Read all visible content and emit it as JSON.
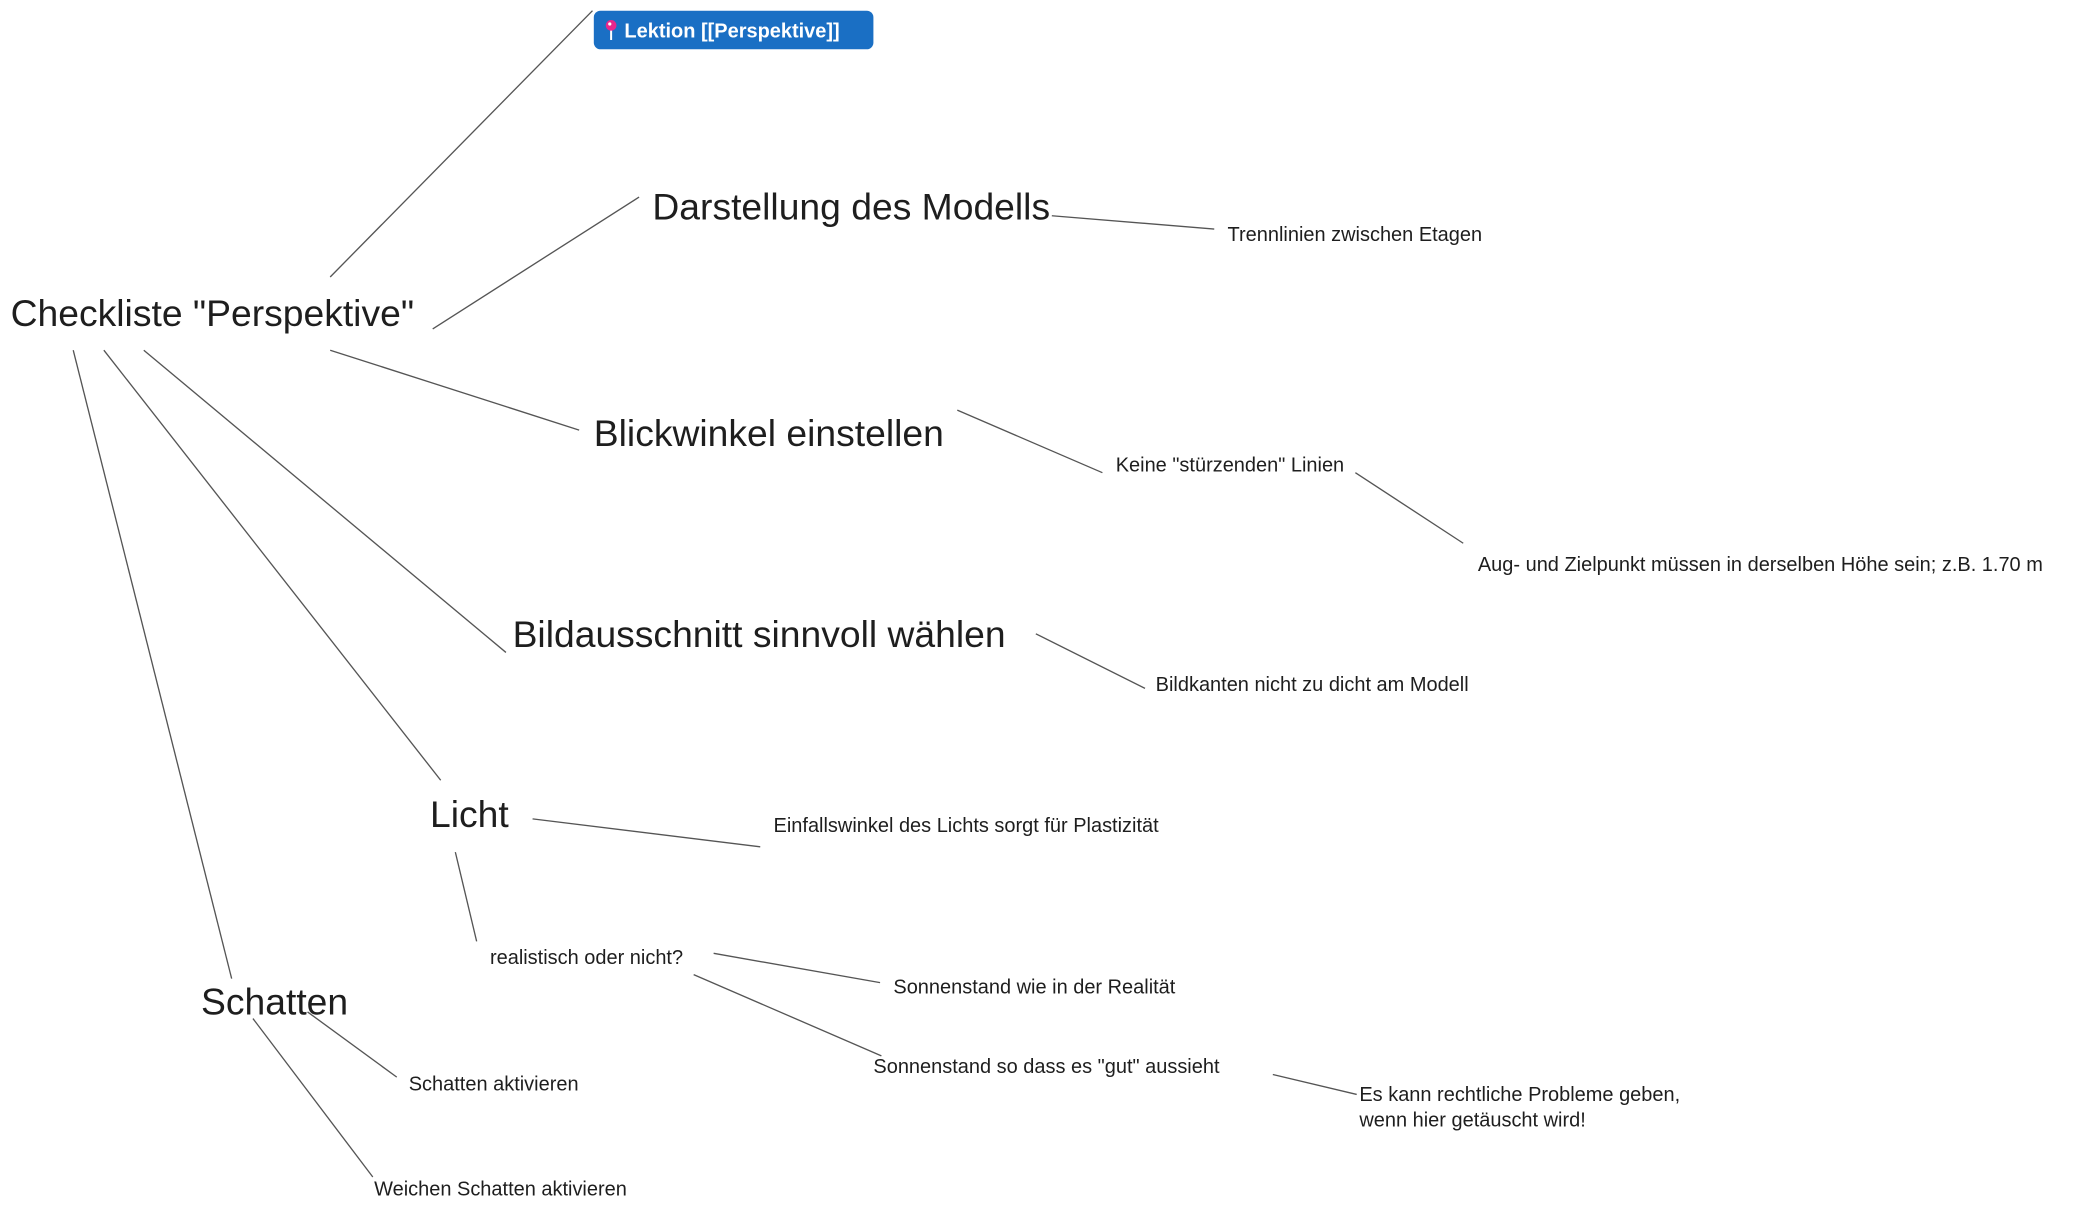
{
  "link_badge": {
    "label": "Lektion [[Perspektive]]",
    "icon": "pushpin-icon",
    "color": "#1a6fc4",
    "pin_color": "#e8268c"
  },
  "root": "Checkliste \"Perspektive\"",
  "branches": {
    "darstellung": {
      "label": "Darstellung des Modells",
      "children": [
        "Trennlinien zwischen Etagen"
      ]
    },
    "blickwinkel": {
      "label": "Blickwinkel einstellen",
      "child": "Keine \"stürzenden\" Linien",
      "grandchild": "Aug- und Zielpunkt müssen in derselben Höhe sein; z.B. 1.70 m"
    },
    "bildausschnitt": {
      "label": "Bildausschnitt sinnvoll wählen",
      "children": [
        "Bildkanten nicht zu dicht am Modell"
      ]
    },
    "licht": {
      "label": "Licht",
      "einfall": "Einfallswinkel des Lichts sorgt für Plastizität",
      "realistisch": "realistisch oder nicht?",
      "option1": "Sonnenstand wie in der Realität",
      "option2": "Sonnenstand so dass es \"gut\" aussieht",
      "note": [
        "Es kann rechtliche Probleme geben,",
        "wenn hier getäuscht wird!"
      ]
    },
    "schatten": {
      "label": "Schatten",
      "children": [
        "Schatten aktivieren",
        "Weichen Schatten aktivieren"
      ]
    }
  }
}
